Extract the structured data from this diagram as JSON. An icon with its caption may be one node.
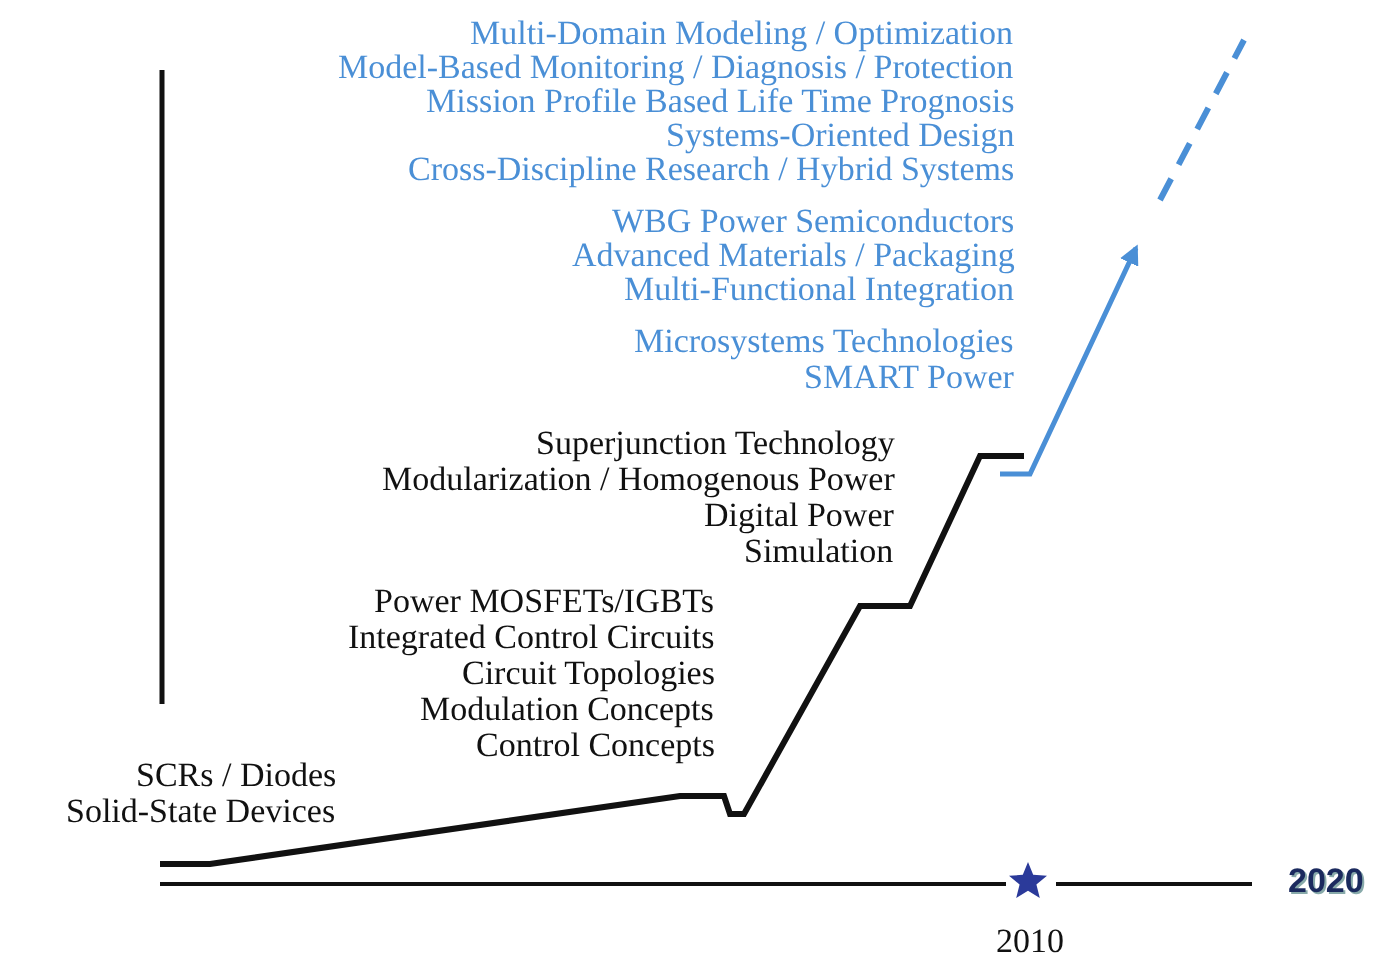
{
  "diagram": {
    "labels": [
      "Multi-Domain Modeling / Optimization",
      "Model-Based Monitoring / Diagnosis / Protection",
      "Mission Profile Based Life Time Prognosis",
      "Systems-Oriented Design",
      "Cross-Discipline Research / Hybrid Systems",
      "WBG Power Semiconductors",
      "Advanced Materials / Packaging",
      "Multi-Functional Integration",
      "Microsystems Technologies",
      "SMART Power",
      "Superjunction Technology",
      "Modularization / Homogenous Power",
      "Digital Power",
      "Simulation",
      "Power MOSFETs/IGBTs",
      "Integrated Control Circuits",
      "Circuit Topologies",
      "Modulation Concepts",
      "Control Concepts",
      "SCRs / Diodes",
      "Solid-State Devices",
      "2010",
      "2020"
    ]
  }
}
